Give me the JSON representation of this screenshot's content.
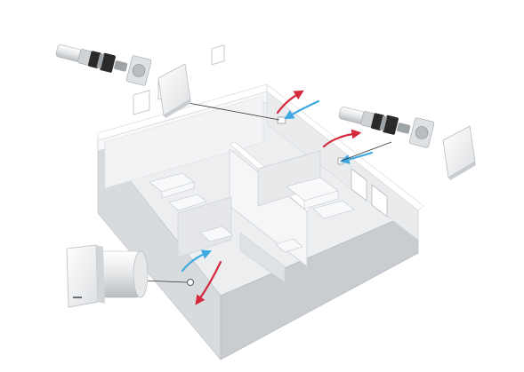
{
  "colors": {
    "background": "#ffffff",
    "wall_light": "#f4f5f6",
    "wall_mid": "#e3e5e7",
    "wall_dark": "#c9ccd0",
    "floor": "#eceef0",
    "supply_air": "#3da9e0",
    "exhaust_air": "#d42a3c",
    "leader_line": "#333333",
    "fan_body": "#f2f2f2",
    "fan_dark": "#2a2a2a",
    "fan_metal": "#9ea3a8"
  },
  "diagram": {
    "subject": "apartment-ventilation",
    "units": [
      {
        "id": "unit-top-left",
        "view": "exploded"
      },
      {
        "id": "unit-top-right",
        "view": "exploded"
      },
      {
        "id": "unit-bottom-left",
        "view": "assembled"
      }
    ],
    "wall_points": [
      {
        "id": "point-bedroom-top"
      },
      {
        "id": "point-bedroom-right"
      },
      {
        "id": "point-living-front"
      }
    ],
    "airflow": [
      {
        "id": "flow-top-out",
        "kind": "exhaust"
      },
      {
        "id": "flow-top-in",
        "kind": "supply"
      },
      {
        "id": "flow-right-out",
        "kind": "exhaust"
      },
      {
        "id": "flow-right-in",
        "kind": "supply"
      },
      {
        "id": "flow-front-in",
        "kind": "supply"
      },
      {
        "id": "flow-front-out",
        "kind": "exhaust"
      }
    ]
  }
}
